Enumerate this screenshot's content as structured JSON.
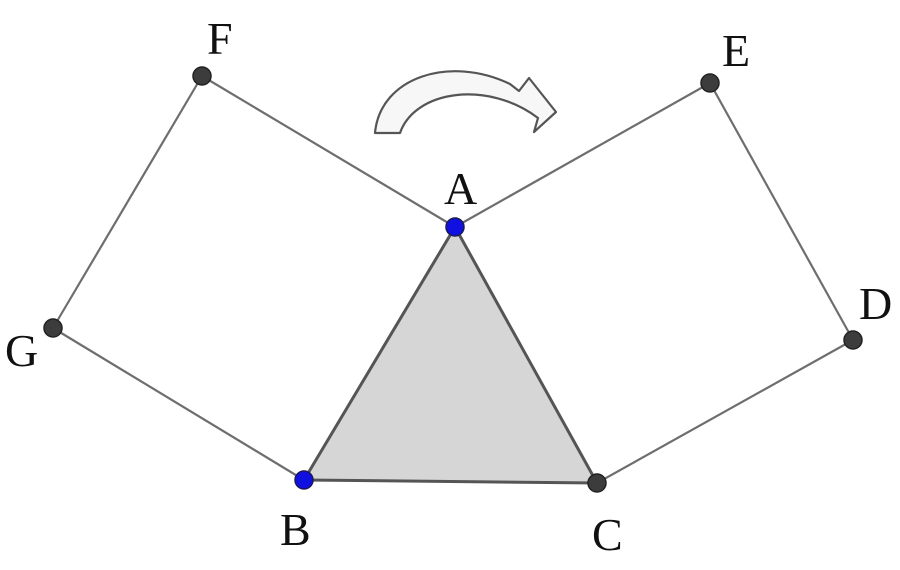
{
  "labels": {
    "A": "A",
    "B": "B",
    "C": "C",
    "D": "D",
    "E": "E",
    "F": "F",
    "G": "G"
  },
  "colors": {
    "triangle_fill": "#d6d6d6",
    "free_point": "#1010e0",
    "dependent_point": "#3c3c3c",
    "edge": "#6e6e6e"
  },
  "icons": {
    "rotation": "clockwise-curved-arrow-icon"
  }
}
